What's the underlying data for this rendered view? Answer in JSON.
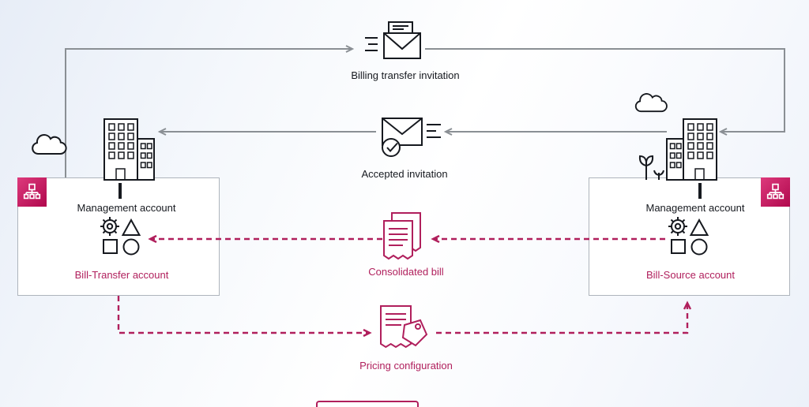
{
  "colors": {
    "magenta": "#b01f5c",
    "org_gradient_start": "#dd3a7c",
    "org_gradient_end": "#b0084d",
    "arrow_gray": "#8a8f94",
    "ink": "#16191f",
    "box_border": "#aeb4bc"
  },
  "nodes": {
    "billing_transfer_invitation": {
      "label": "Billing transfer invitation"
    },
    "accepted_invitation": {
      "label": "Accepted invitation"
    },
    "consolidated_bill": {
      "label": "Consolidated bill"
    },
    "pricing_configuration": {
      "label": "Pricing configuration"
    },
    "left_account": {
      "management_label": "Management account",
      "account_label": "Bill-Transfer account"
    },
    "right_account": {
      "management_label": "Management account",
      "account_label": "Bill-Source account"
    }
  },
  "icons": {
    "organizations": "org-tree-badge",
    "building": "office-building",
    "cloud": "cloud-outline",
    "invitation_email": "envelope-with-speed-lines",
    "accepted_email": "envelope-with-check",
    "consolidated_bill": "stacked-receipts",
    "pricing_configuration": "receipt-with-price-tag",
    "account_resources": "gear-triangle-square-circle"
  }
}
